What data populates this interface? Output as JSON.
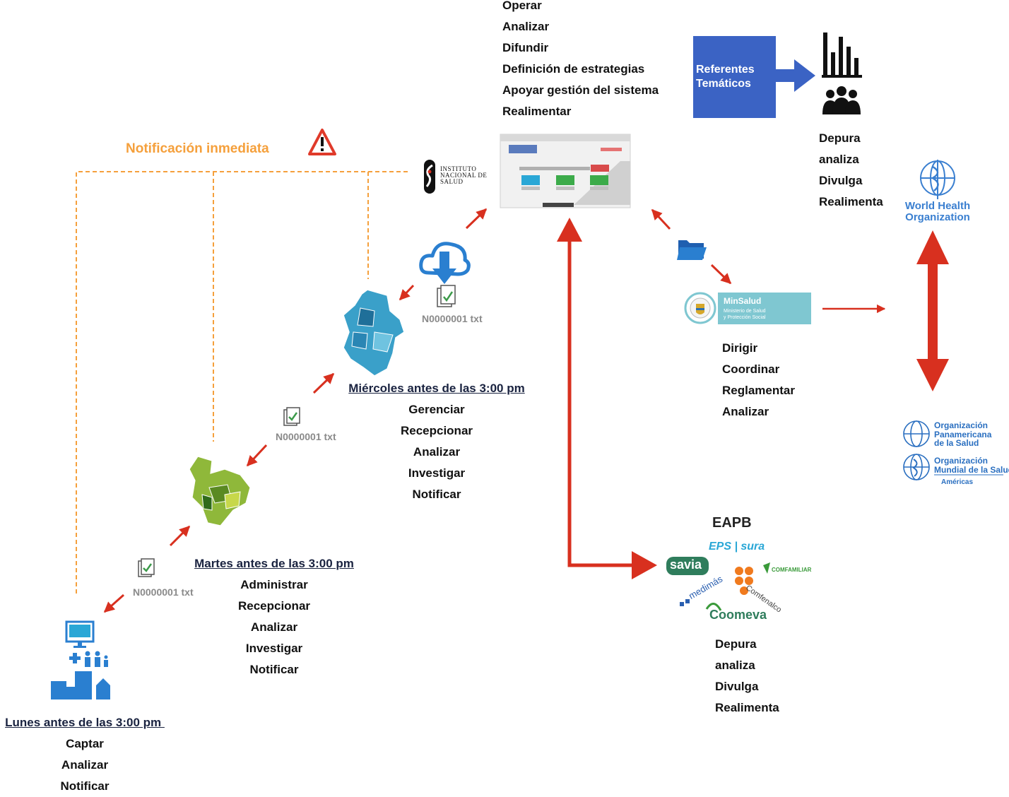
{
  "center_actions": [
    "Operar",
    "Analizar",
    "Difundir",
    "Definición de estrategias",
    "Apoyar gestión del sistema",
    "Realimentar"
  ],
  "referentes": {
    "label": "Referentes Temáticos",
    "actions": [
      "Depura",
      "analiza",
      "Divulga",
      "Realimenta"
    ]
  },
  "notificacion": {
    "label": "Notificación inmediata"
  },
  "ins_logo": {
    "line1": "Instituto",
    "line2": "Nacional de",
    "line3": "Salud"
  },
  "file_label": "N0000001 txt",
  "miercoles": {
    "title": "Miércoles antes de las 3:00 pm",
    "actions": [
      "Gerenciar",
      "Recepcionar",
      "Analizar",
      "Investigar",
      "Notificar"
    ]
  },
  "martes": {
    "title": "Martes antes de las 3:00 pm",
    "actions": [
      "Administrar",
      "Recepcionar",
      "Analizar",
      "Investigar",
      "Notificar"
    ]
  },
  "lunes": {
    "title": "Lunes antes de las 3:00 pm ",
    "actions": [
      "Captar",
      "Analizar",
      "Notificar"
    ]
  },
  "minsalud": {
    "logo_title": "MinSalud",
    "logo_sub1": "Ministerio de Salud",
    "logo_sub2": "y Protección Social",
    "actions": [
      "Dirigir",
      "Coordinar",
      "Reglamentar",
      "Analizar"
    ]
  },
  "who": {
    "line1": "World Health",
    "line2": "Organization"
  },
  "ops": {
    "l1": "Organización",
    "l2": "Panamericana",
    "l3": "de la Salud",
    "l4": "Organización",
    "l5": "Mundial de la Salud",
    "l6": "Américas"
  },
  "eapb": {
    "title": "EAPB",
    "logos": [
      "EPS | sura",
      "savia",
      "COMFAMILIAR",
      "medimás",
      "Comfenalco",
      "Coomeva"
    ],
    "actions": [
      "Depura",
      "analiza",
      "Divulga",
      "Realimenta"
    ]
  },
  "colors": {
    "arrow_red": "#d8301f",
    "dashed_orange": "#f5a03c",
    "box_blue": "#3b63c4",
    "icon_blue": "#2a7fd0"
  }
}
